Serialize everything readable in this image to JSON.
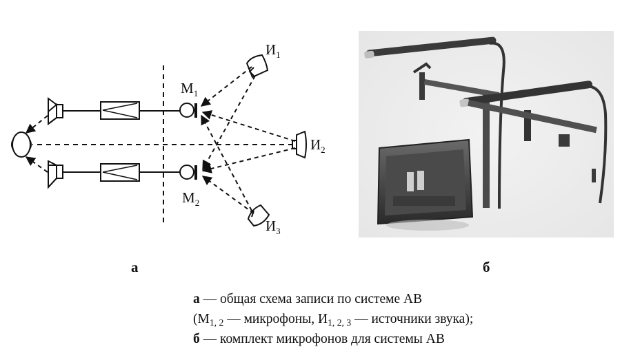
{
  "diagram": {
    "mic_letter": "М",
    "source_letter": "И",
    "mics": [
      {
        "letter": "М",
        "index": "1"
      },
      {
        "letter": "М",
        "index": "2"
      }
    ],
    "sources": [
      {
        "letter": "И",
        "index": "1"
      },
      {
        "letter": "И",
        "index": "2"
      },
      {
        "letter": "И",
        "index": "3"
      }
    ]
  },
  "panels": {
    "a_label": "а",
    "b_label": "б"
  },
  "caption": {
    "line1_key": "а",
    "line1_text": " — общая схема записи по системе АВ",
    "line2_open": "(М",
    "line2_mic_sub": "1, 2",
    "line2_mid": " — микрофоны, И",
    "line2_src_sub": "1, 2, 3",
    "line2_close": " — источники звука);",
    "line3_key": "б",
    "line3_text": " — комплект микрофонов для системы АВ"
  }
}
